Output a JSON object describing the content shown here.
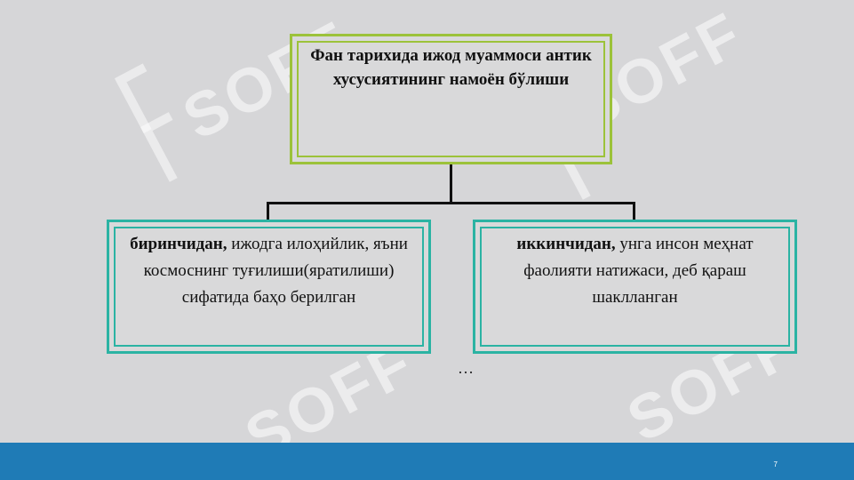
{
  "diagram": {
    "top_box": {
      "text": "Фан тарихида ижод муаммоси антик хусусиятининг намоён бўлиши"
    },
    "left_box": {
      "lead": "биринчидан,",
      "text": " ижодга илоҳийлик, яъни космоснинг туғилиши(яратилиши) сифатида баҳо берилган"
    },
    "right_box": {
      "lead": "иккинчидан,",
      "text": " унга инсон меҳнат фаолияти натижаси, деб қараш шаклланган"
    },
    "ellipsis": "…"
  },
  "watermark": {
    "text": "SOFF"
  },
  "footer": {
    "page_number": "7"
  },
  "colors": {
    "top_border": "#9cc23a",
    "side_border": "#2bb3a3",
    "footer_bar": "#1f7bb6",
    "background": "#d6d6d8"
  }
}
